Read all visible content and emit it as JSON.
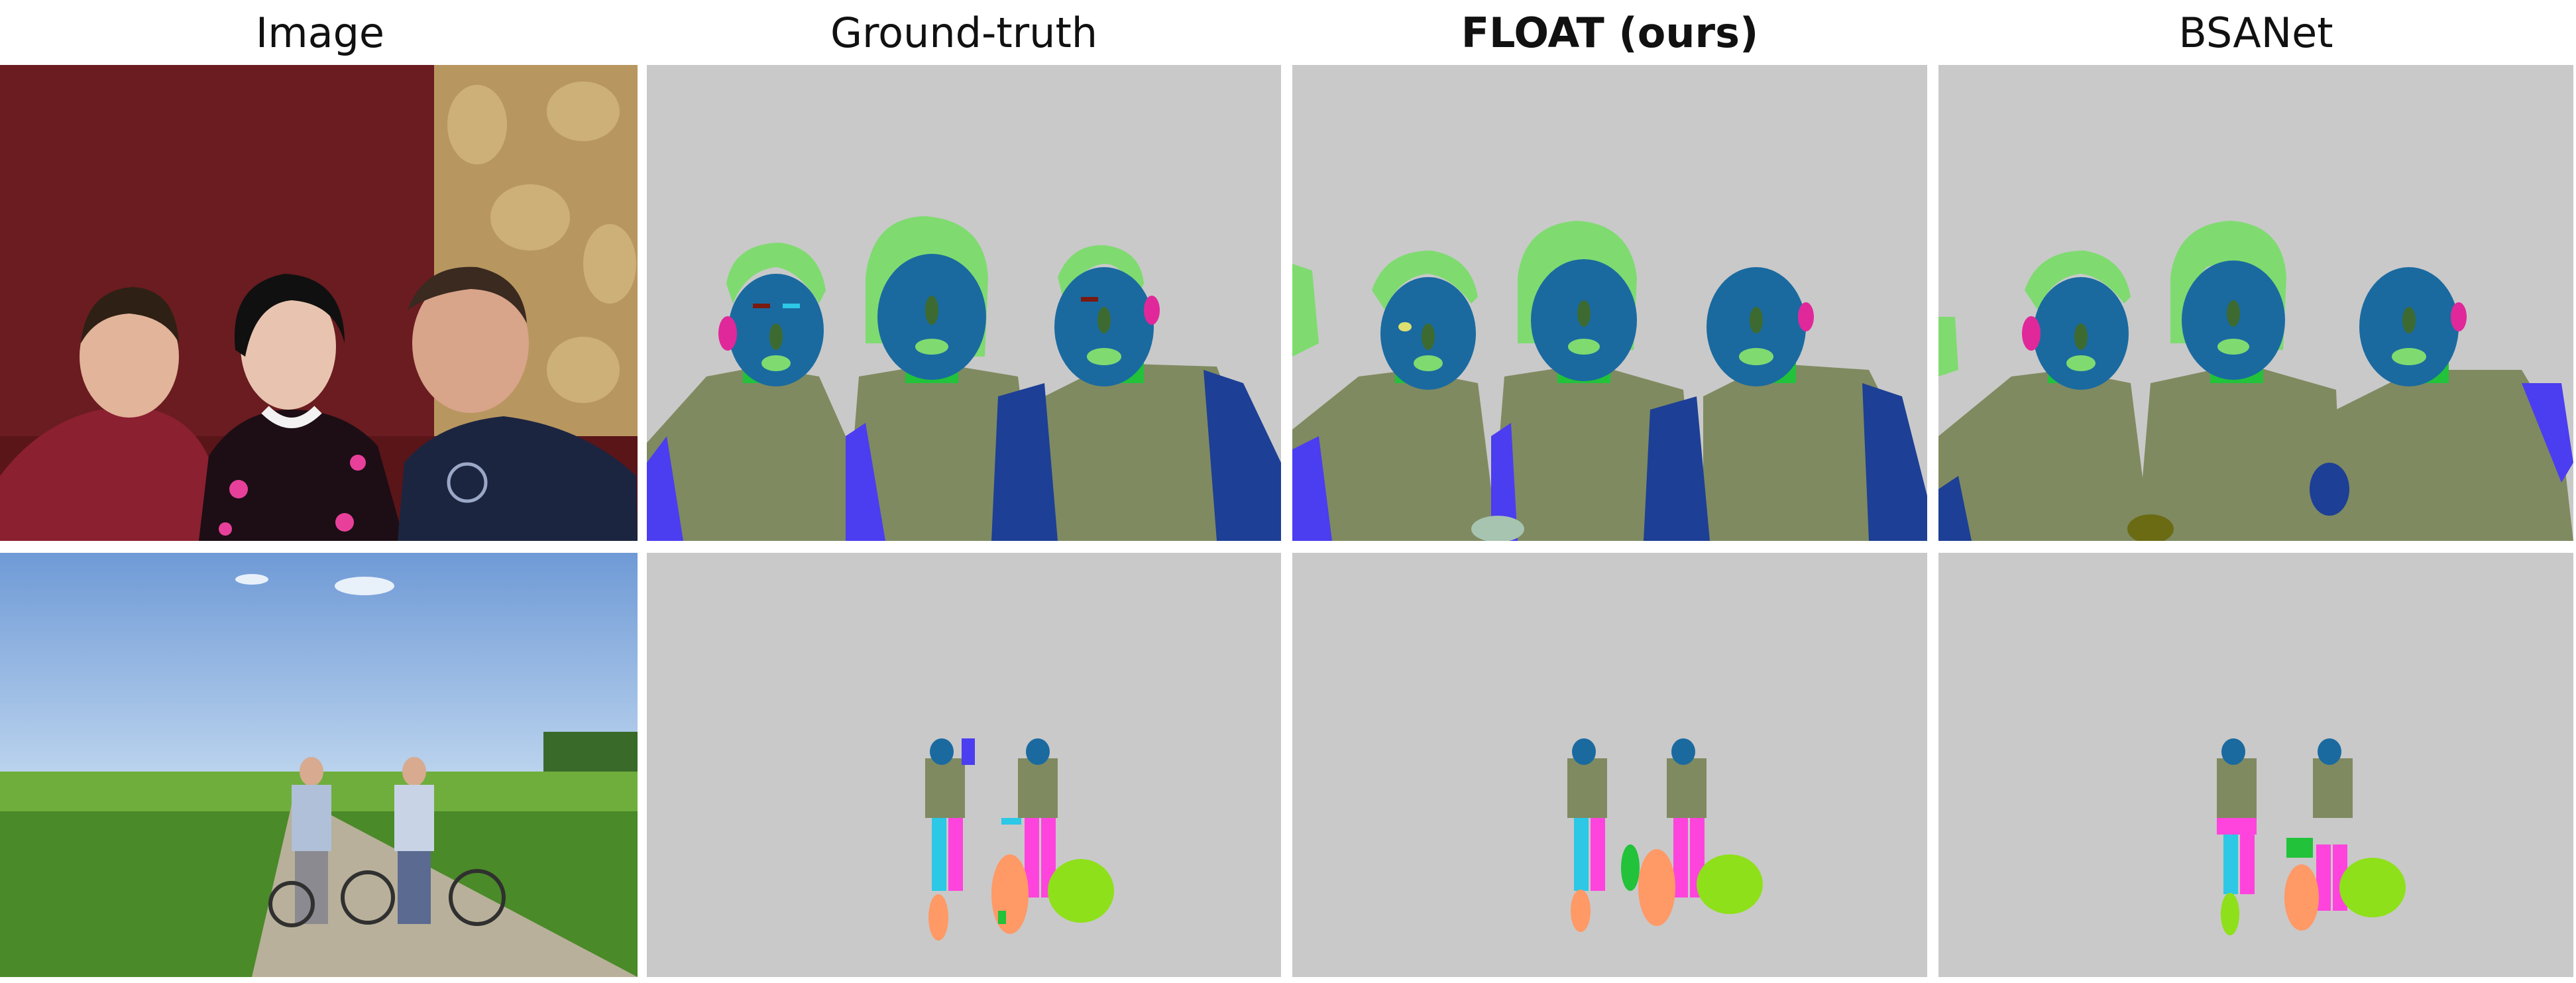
{
  "columns": [
    {
      "title": "Image"
    },
    {
      "title": "Ground-truth"
    },
    {
      "title": "FLOAT (ours)"
    },
    {
      "title": "BSANet"
    }
  ],
  "colors": {
    "background": "#c9c9c9",
    "face": "#1a6aa0",
    "hair": "#7fdb70",
    "neck": "#22c23a",
    "torso": "#7f8a60",
    "left-arm": "#4b3df0",
    "right-arm": "#1d3f95",
    "ear": "#e0289a",
    "lower-leg": "#ff9966",
    "upper-leg": "#ff44dd",
    "bag": "#8ee01a",
    "cyan-part": "#2cc8e6",
    "shoe": "#6b6b14"
  }
}
